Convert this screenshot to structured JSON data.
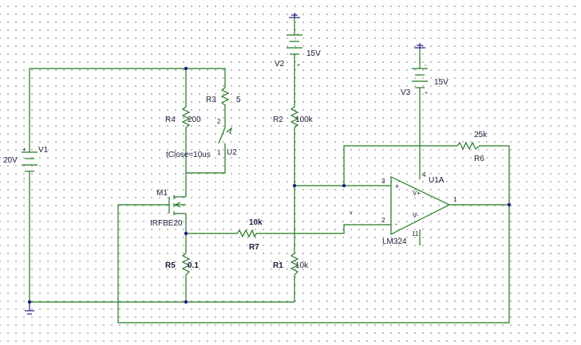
{
  "schematic": {
    "sources": {
      "v1": {
        "name": "V1",
        "value": "20V",
        "plus": "+",
        "minus": "-"
      },
      "v2": {
        "name": "V2",
        "value": "15V",
        "plus": "+",
        "minus": "-"
      },
      "v3": {
        "name": "V3",
        "value": "15V",
        "plus": "+",
        "minus": "-"
      }
    },
    "resistors": {
      "r1": {
        "name": "R1",
        "value": "10k"
      },
      "r2": {
        "name": "R2",
        "value": "100k"
      },
      "r3": {
        "name": "R3",
        "value": "5"
      },
      "r4": {
        "name": "R4",
        "value": "200"
      },
      "r5": {
        "name": "R5",
        "value": "0.1"
      },
      "r6": {
        "name": "R6",
        "value": "25k"
      },
      "r7": {
        "name": "R7",
        "value": "10k"
      }
    },
    "switch": {
      "name": "U2",
      "pin1": "1",
      "pin2": "2",
      "param": "tClose=10us"
    },
    "mosfet": {
      "name": "M1",
      "part": "IRFBE20"
    },
    "opamp": {
      "name": "U1A",
      "part": "LM324",
      "pin_noninv": "3",
      "pin_inv": "2",
      "pin_out": "1",
      "pin_vpos": "4",
      "pin_vneg": "11",
      "in_plus": "+",
      "in_minus": "-",
      "v_plus": "V+",
      "v_minus": "V-"
    },
    "stray_mark": "v"
  }
}
